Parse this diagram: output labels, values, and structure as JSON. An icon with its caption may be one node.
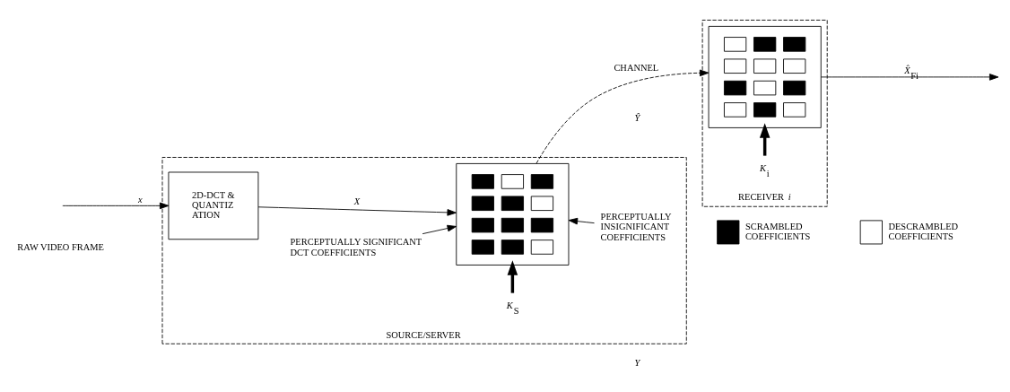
{
  "diagram": {
    "nodes": [
      {
        "text": [
          "SOURCE/SERVER"
        ]
      },
      {
        "text": [
          "2D-DCT & QUANTIZ ATION"
        ],
        "in": 0
      },
      {
        "text": [],
        "shape": "box",
        "in": 0
      },
      {
        "text": [
          "PERCEPTUALLY SIGNIFICANT DCT COEFFICIENTS"
        ],
        "in": 0
      },
      {
        "text": [
          "PERCEPTUALLY INSIGNIFICANT COEFFICIENTS"
        ],
        "in": 0
      },
      {
        "text": [
          "*K*$_{S}$"
        ],
        "in": 0
      },
      {
        "text": [
          "RECEIVER *i*"
        ]
      },
      {
        "text": [],
        "shape": "box",
        "in": 6
      },
      {
        "text": [
          "*K*$_{i}$"
        ],
        "in": 6
      }
    ],
    "edges": [
      {
        "from": null,
        "to": 1,
        "arrow": "to",
        "label": "*x*"
      },
      {
        "from": 1,
        "to": 2,
        "arrow": "to",
        "label": "*X*"
      },
      {
        "from": 3,
        "to": 2,
        "arrow": "to"
      },
      {
        "from": 4,
        "to": 2,
        "arrow": "to"
      },
      {
        "from": 5,
        "to": 2,
        "arrow": "to",
        "style": "thick"
      },
      {
        "from": 2,
        "to": 7,
        "arrow": "to",
        "style": "dashed",
        "label": "CHANNEL"
      },
      {
        "from": 8,
        "to": 7,
        "arrow": "to",
        "style": "thick"
      },
      {
        "from": 7,
        "to": null,
        "arrow": "to",
        "label": "*X̂*$_{Fi}$"
      }
    ],
    "labels": [
      "RAW VIDEO FRAME",
      "*Y*",
      "*Ŷ*"
    ],
    "legend": [
      {
        "text": "SCRAMBLED COEFFICIENTS",
        "color": "#000000"
      },
      {
        "text": "DESCRAMBLED COEFFICIENTS",
        "color": "#ffffff"
      }
    ]
  }
}
